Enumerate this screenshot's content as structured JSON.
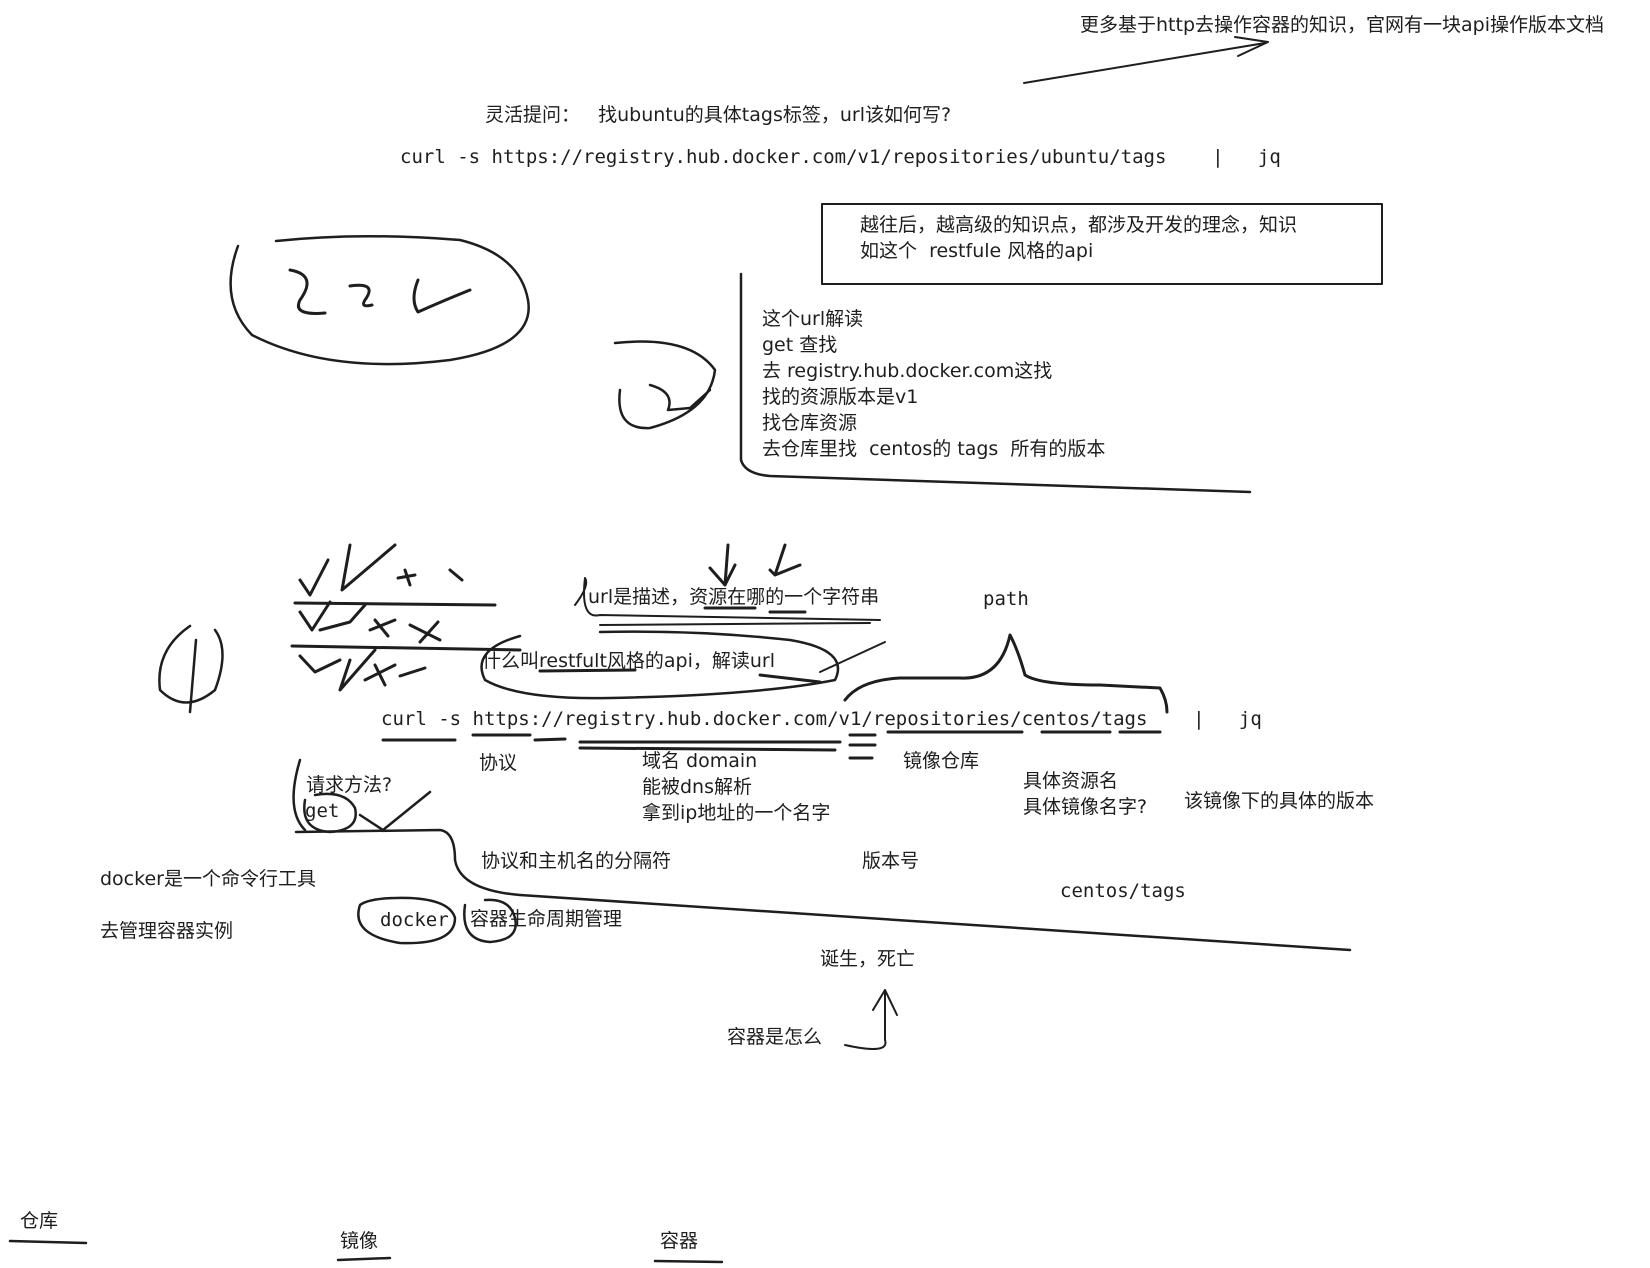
{
  "notes": {
    "top_right": "更多基于http去操作容器的知识，官网有一块api操作版本文档",
    "question": "灵活提问：   找ubuntu的具体tags标签，url该如何写?",
    "curl_ubuntu": "curl -s https://registry.hub.docker.com/v1/repositories/ubuntu/tags    |   jq",
    "box_line1": "越往后，越高级的知识点，都涉及开发的理念，知识",
    "box_line2": "如这个  restfule 风格的api",
    "url_read_title": "这个url解读",
    "url_read_get": "get 查找",
    "url_read_domain": "去 registry.hub.docker.com这找",
    "url_read_version": "找的资源版本是v1",
    "url_read_repo": "找仓库资源",
    "url_read_tags": "去仓库里找  centos的 tags  所有的版本",
    "url_desc": "url是描述，资源在哪的一个字符串",
    "path_label": "path",
    "restful_q": "什么叫restfult风格的api，解读url",
    "curl_centos": "curl -s https://registry.hub.docker.com/v1/repositories/centos/tags    |   jq",
    "protocol": "协议",
    "domain_line1": "域名 domain",
    "domain_line2": "能被dns解析",
    "domain_line3": "拿到ip地址的一个名字",
    "mirror_repo": "镜像仓库",
    "resource_name_line1": "具体资源名",
    "resource_name_line2": "具体镜像名字?",
    "version_under_image": "该镜像下的具体的版本",
    "method_q": "请求方法?",
    "method_get": "get",
    "separator": "协议和主机名的分隔符",
    "version_no": "版本号",
    "docker_cli": "docker是一个命令行工具",
    "manage_instances": "去管理容器实例",
    "centos_tags": "centos/tags",
    "docker_word": "docker",
    "lifecycle": "容器生命周期管理",
    "birth_death": "诞生，死亡",
    "what_container": "容器是怎么",
    "bottom_repo": "仓库",
    "bottom_image": "镜像",
    "bottom_container": "容器"
  },
  "colors": {
    "ink": "#1e1e1e",
    "background": "#ffffff"
  }
}
